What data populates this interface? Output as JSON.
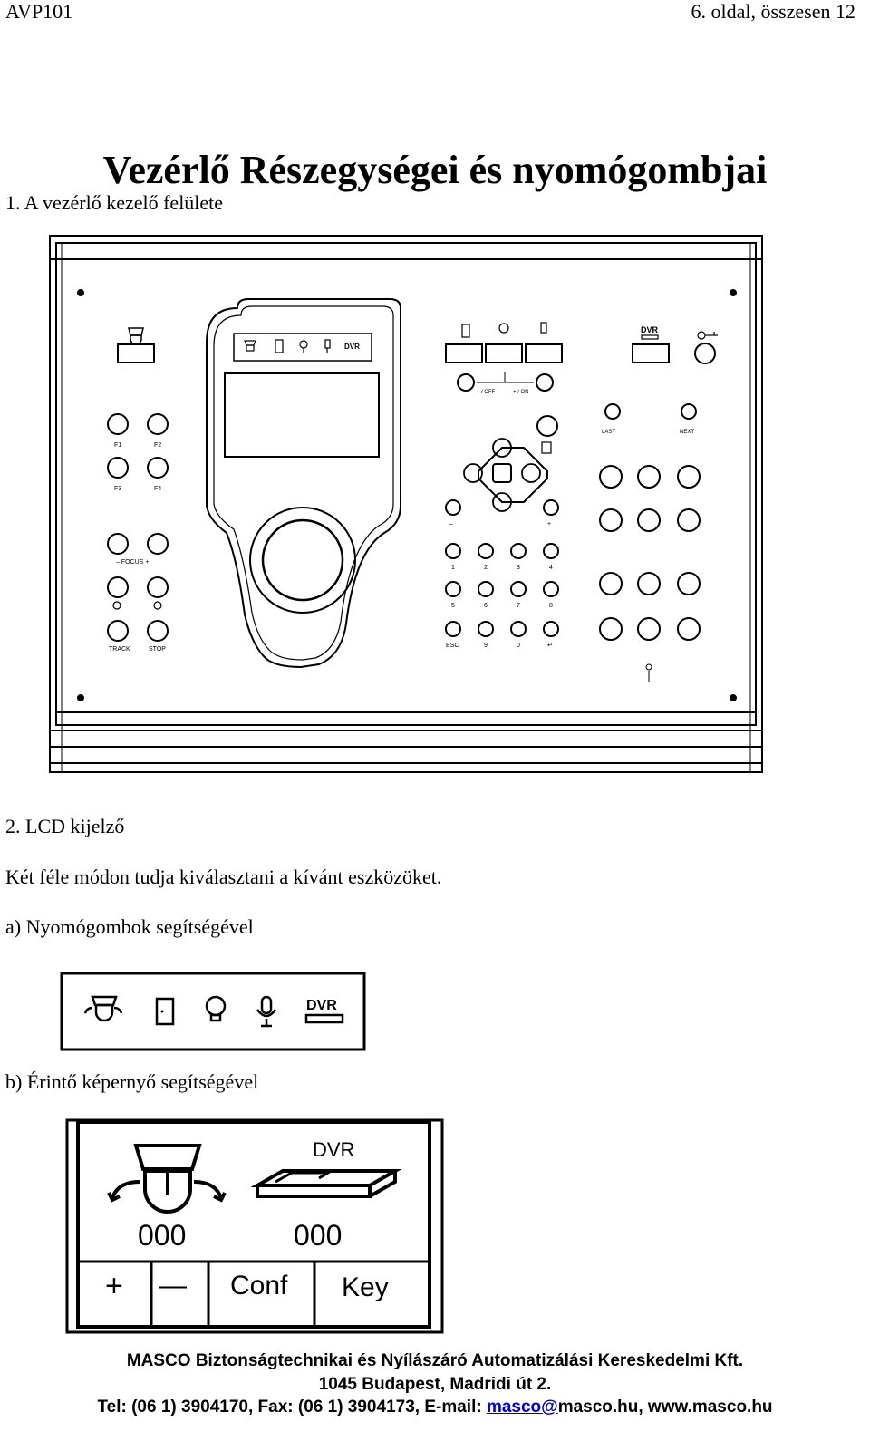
{
  "header": {
    "doc_code": "AVP101",
    "page_info": "6. oldal, összesen 12"
  },
  "title": "Vezérlő Részegységei és nyomógombjai",
  "section1": "1. A vezérlő kezelő felülete",
  "panel": {
    "lcd_icons": {
      "dvr": "DVR"
    },
    "labels": {
      "f1": "F1",
      "f2": "F2",
      "f3": "F3",
      "f4": "F4",
      "focus": "– FOCUS +",
      "track": "TRACK",
      "stop": "STOP",
      "off": "– / OFF",
      "on": "+ / ON",
      "last": "LAST",
      "next": "NEXT",
      "minus": "–",
      "plus": "+",
      "num_row1": [
        "1",
        "2",
        "3",
        "4"
      ],
      "num_row2": [
        "5",
        "6",
        "7",
        "8"
      ],
      "num_row3": [
        "ESC",
        "9",
        "0",
        "↵"
      ],
      "dvr": "DVR"
    }
  },
  "section2": "2. LCD kijelző",
  "para1": "Két féle módon tudja kiválasztani a kívánt eszközöket.",
  "option_a": "a) Nyomógombok segítségével",
  "strip": {
    "dvr": "DVR"
  },
  "option_b": "b) Érintő képernyő segítségével",
  "touch": {
    "dvr_label": "DVR",
    "camera_value": "000",
    "dvr_value": "000",
    "buttons": [
      "+",
      "—",
      "Conf",
      "Key"
    ]
  },
  "footer": {
    "company": "MASCO Biztonságtechnikai és Nyílászáró Automatizálási Kereskedelmi Kft.",
    "address": "1045 Budapest, Madridi út 2.",
    "contact_prefix": "Tel: (06 1) 3904170, Fax: (06 1) 3904173, E-mail: ",
    "email_link": "masco@",
    "contact_suffix": "masco.hu, www.masco.hu"
  }
}
